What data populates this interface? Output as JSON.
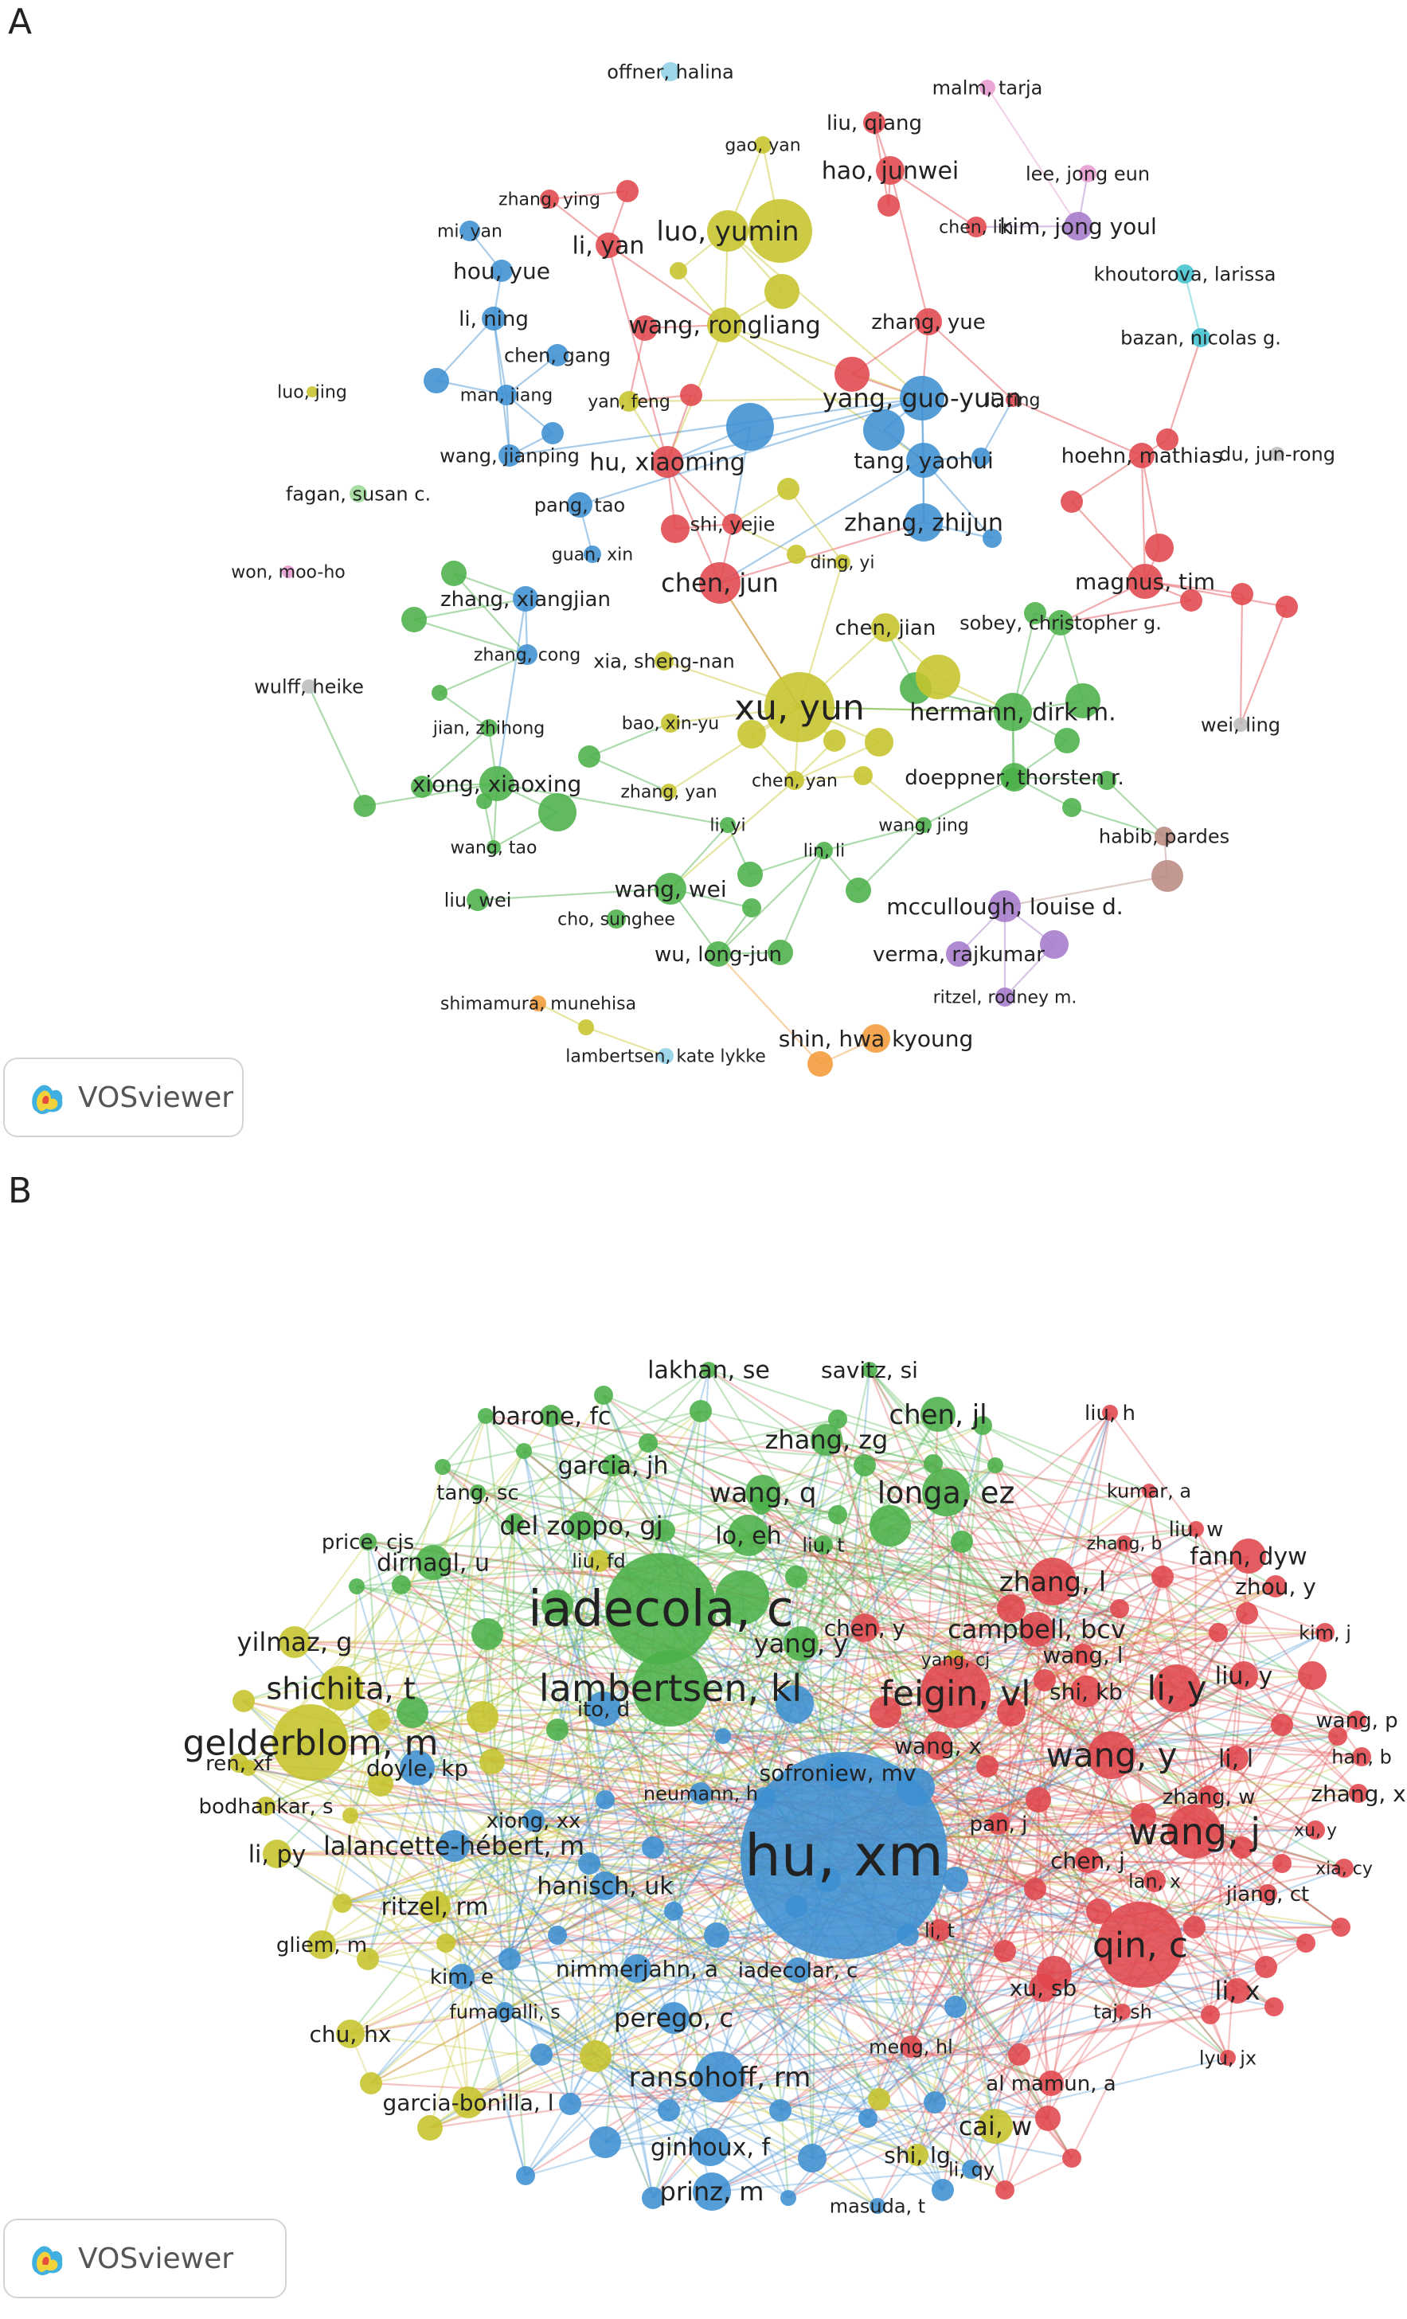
{
  "panels": {
    "a": {
      "letter": "A"
    },
    "b": {
      "letter": "B"
    }
  },
  "watermark": {
    "label": "VOSviewer"
  },
  "colors": {
    "red": "#e0474c",
    "blue": "#3d8fd1",
    "green": "#4bb049",
    "yellow": "#c6c42c",
    "purple": "#a57ac9",
    "cyan": "#42c3cf",
    "pink": "#e79bd0",
    "brown": "#b98a82",
    "orange": "#f29b38",
    "lightblue": "#8fcfe6",
    "lightgreen": "#9ed89a",
    "grey": "#bdbdbd"
  },
  "network_a": {
    "nodes": [
      {
        "label": "offner, halina",
        "cluster": "lightblue"
      },
      {
        "label": "malm, tarja",
        "cluster": "pink"
      },
      {
        "label": "liu, qiang",
        "cluster": "red"
      },
      {
        "label": "gao, yan",
        "cluster": "yellow"
      },
      {
        "label": "hao, junwei",
        "cluster": "red"
      },
      {
        "label": "lee, jong eun",
        "cluster": "pink"
      },
      {
        "label": "zhang, ying",
        "cluster": "red"
      },
      {
        "label": "mi, yan",
        "cluster": "blue"
      },
      {
        "label": "li, yan",
        "cluster": "red"
      },
      {
        "label": "luo, yumin",
        "cluster": "yellow"
      },
      {
        "label": "chen, lin",
        "cluster": "red"
      },
      {
        "label": "kim, jong youl",
        "cluster": "purple"
      },
      {
        "label": "hou, yue",
        "cluster": "blue"
      },
      {
        "label": "khoutorova, larissa",
        "cluster": "cyan"
      },
      {
        "label": "li, ning",
        "cluster": "blue"
      },
      {
        "label": "wang, rongliang",
        "cluster": "yellow"
      },
      {
        "label": "zhang, yue",
        "cluster": "red"
      },
      {
        "label": "bazan, nicolas g.",
        "cluster": "cyan"
      },
      {
        "label": "chen, gang",
        "cluster": "blue"
      },
      {
        "label": "luo, jing",
        "cluster": "yellow"
      },
      {
        "label": "man, jiang",
        "cluster": "blue"
      },
      {
        "label": "yan, feng",
        "cluster": "yellow"
      },
      {
        "label": "yang, guo-yuan",
        "cluster": "blue"
      },
      {
        "label": "li, ting",
        "cluster": "red"
      },
      {
        "label": "wang, jianping",
        "cluster": "blue"
      },
      {
        "label": "hu, xiaoming",
        "cluster": "red"
      },
      {
        "label": "tang, yaohui",
        "cluster": "blue"
      },
      {
        "label": "hoehn, mathias",
        "cluster": "red"
      },
      {
        "label": "du, jun-rong",
        "cluster": "grey"
      },
      {
        "label": "fagan, susan c.",
        "cluster": "lightgreen"
      },
      {
        "label": "pang, tao",
        "cluster": "blue"
      },
      {
        "label": "shi, yejie",
        "cluster": "red"
      },
      {
        "label": "zhang, zhijun",
        "cluster": "blue"
      },
      {
        "label": "guan, xin",
        "cluster": "blue"
      },
      {
        "label": "ding, yi",
        "cluster": "yellow"
      },
      {
        "label": "won, moo-ho",
        "cluster": "pink"
      },
      {
        "label": "chen, jun",
        "cluster": "red"
      },
      {
        "label": "magnus, tim",
        "cluster": "red"
      },
      {
        "label": "zhang, xiangjian",
        "cluster": "blue"
      },
      {
        "label": "sobey, christopher g.",
        "cluster": "green"
      },
      {
        "label": "chen, jian",
        "cluster": "yellow"
      },
      {
        "label": "zhang, cong",
        "cluster": "blue"
      },
      {
        "label": "xia, sheng-nan",
        "cluster": "yellow"
      },
      {
        "label": "wulff, heike",
        "cluster": "grey"
      },
      {
        "label": "xu, yun",
        "cluster": "yellow"
      },
      {
        "label": "hermann, dirk m.",
        "cluster": "green"
      },
      {
        "label": "jian, zhihong",
        "cluster": "green"
      },
      {
        "label": "bao, xin-yu",
        "cluster": "yellow"
      },
      {
        "label": "wei, ling",
        "cluster": "grey"
      },
      {
        "label": "xiong, xiaoxing",
        "cluster": "green"
      },
      {
        "label": "chen, yan",
        "cluster": "yellow"
      },
      {
        "label": "doeppner, thorsten r.",
        "cluster": "green"
      },
      {
        "label": "zhang, yan",
        "cluster": "yellow"
      },
      {
        "label": "li, yi",
        "cluster": "green"
      },
      {
        "label": "wang, jing",
        "cluster": "green"
      },
      {
        "label": "habib, pardes",
        "cluster": "brown"
      },
      {
        "label": "wang, tao",
        "cluster": "green"
      },
      {
        "label": "lin, li",
        "cluster": "green"
      },
      {
        "label": "liu, wei",
        "cluster": "green"
      },
      {
        "label": "wang, wei",
        "cluster": "green"
      },
      {
        "label": "mccullough, louise d.",
        "cluster": "purple"
      },
      {
        "label": "cho, sunghee",
        "cluster": "green"
      },
      {
        "label": "wu, long-jun",
        "cluster": "green"
      },
      {
        "label": "verma, rajkumar",
        "cluster": "purple"
      },
      {
        "label": "ritzel, rodney m.",
        "cluster": "purple"
      },
      {
        "label": "shimamura, munehisa",
        "cluster": "orange"
      },
      {
        "label": "shin, hwa kyoung",
        "cluster": "orange"
      },
      {
        "label": "lambertsen, kate lykke",
        "cluster": "lightblue"
      }
    ]
  },
  "network_b": {
    "nodes": [
      {
        "label": "lakhan, se",
        "cluster": "green"
      },
      {
        "label": "savitz, si",
        "cluster": "green"
      },
      {
        "label": "chen, jl",
        "cluster": "green"
      },
      {
        "label": "barone, fc",
        "cluster": "green"
      },
      {
        "label": "liu, h",
        "cluster": "red"
      },
      {
        "label": "zhang, zg",
        "cluster": "green"
      },
      {
        "label": "garcia, jh",
        "cluster": "green"
      },
      {
        "label": "tang, sc",
        "cluster": "green"
      },
      {
        "label": "kumar, a",
        "cluster": "red"
      },
      {
        "label": "wang, q",
        "cluster": "green"
      },
      {
        "label": "longa, ez",
        "cluster": "green"
      },
      {
        "label": "del zoppo, gj",
        "cluster": "green"
      },
      {
        "label": "price, cjs",
        "cluster": "green"
      },
      {
        "label": "liu, w",
        "cluster": "red"
      },
      {
        "label": "lo, eh",
        "cluster": "green"
      },
      {
        "label": "zhang, b",
        "cluster": "red"
      },
      {
        "label": "liu, t",
        "cluster": "green"
      },
      {
        "label": "fann, dyw",
        "cluster": "red"
      },
      {
        "label": "dirnagl, u",
        "cluster": "green"
      },
      {
        "label": "liu, fd",
        "cluster": "yellow"
      },
      {
        "label": "zhang, l",
        "cluster": "red"
      },
      {
        "label": "zhou, y",
        "cluster": "red"
      },
      {
        "label": "campbell, bcv",
        "cluster": "red"
      },
      {
        "label": "chen, y",
        "cluster": "red"
      },
      {
        "label": "iadecola, c",
        "cluster": "green"
      },
      {
        "label": "kim, j",
        "cluster": "red"
      },
      {
        "label": "yilmaz, g",
        "cluster": "yellow"
      },
      {
        "label": "yang, y",
        "cluster": "green"
      },
      {
        "label": "wang, l",
        "cluster": "red"
      },
      {
        "label": "yang, cj",
        "cluster": "yellow"
      },
      {
        "label": "liu, y",
        "cluster": "red"
      },
      {
        "label": "shichita, t",
        "cluster": "yellow"
      },
      {
        "label": "lambertsen, kl",
        "cluster": "green"
      },
      {
        "label": "li, y",
        "cluster": "red"
      },
      {
        "label": "feigin, vl",
        "cluster": "red"
      },
      {
        "label": "shi, kb",
        "cluster": "red"
      },
      {
        "label": "wang, p",
        "cluster": "red"
      },
      {
        "label": "gelderblom, m",
        "cluster": "yellow"
      },
      {
        "label": "ito, d",
        "cluster": "blue"
      },
      {
        "label": "wang, x",
        "cluster": "red"
      },
      {
        "label": "wang, y",
        "cluster": "red"
      },
      {
        "label": "han, b",
        "cluster": "red"
      },
      {
        "label": "li, l",
        "cluster": "red"
      },
      {
        "label": "doyle, kp",
        "cluster": "blue"
      },
      {
        "label": "ren, xf",
        "cluster": "yellow"
      },
      {
        "label": "sofroniew, mv",
        "cluster": "blue"
      },
      {
        "label": "zhang, w",
        "cluster": "red"
      },
      {
        "label": "zhang, x",
        "cluster": "red"
      },
      {
        "label": "neumann, h",
        "cluster": "blue"
      },
      {
        "label": "bodhankar, s",
        "cluster": "yellow"
      },
      {
        "label": "xiong, xx",
        "cluster": "blue"
      },
      {
        "label": "pan, j",
        "cluster": "red"
      },
      {
        "label": "xu, y",
        "cluster": "red"
      },
      {
        "label": "wang, j",
        "cluster": "red"
      },
      {
        "label": "hu, xm",
        "cluster": "blue"
      },
      {
        "label": "xia, cy",
        "cluster": "red"
      },
      {
        "label": "lalancette-hébert, m",
        "cluster": "blue"
      },
      {
        "label": "li, py",
        "cluster": "yellow"
      },
      {
        "label": "chen, j",
        "cluster": "red"
      },
      {
        "label": "lan, x",
        "cluster": "red"
      },
      {
        "label": "hanisch, uk",
        "cluster": "blue"
      },
      {
        "label": "jiang, ct",
        "cluster": "red"
      },
      {
        "label": "ritzel, rm",
        "cluster": "yellow"
      },
      {
        "label": "li, t",
        "cluster": "red"
      },
      {
        "label": "gliem, m",
        "cluster": "yellow"
      },
      {
        "label": "qin, c",
        "cluster": "red"
      },
      {
        "label": "nimmerjahn, a",
        "cluster": "blue"
      },
      {
        "label": "iadecolar, c",
        "cluster": "blue"
      },
      {
        "label": "kim, e",
        "cluster": "blue"
      },
      {
        "label": "li, x",
        "cluster": "red"
      },
      {
        "label": "xu, sb",
        "cluster": "red"
      },
      {
        "label": "perego, c",
        "cluster": "blue"
      },
      {
        "label": "fumagalli, s",
        "cluster": "blue"
      },
      {
        "label": "taj, sh",
        "cluster": "red"
      },
      {
        "label": "chu, hx",
        "cluster": "yellow"
      },
      {
        "label": "meng, hl",
        "cluster": "red"
      },
      {
        "label": "lyu, jx",
        "cluster": "red"
      },
      {
        "label": "ransohoff, rm",
        "cluster": "blue"
      },
      {
        "label": "al mamun, a",
        "cluster": "red"
      },
      {
        "label": "garcia-bonilla, l",
        "cluster": "yellow"
      },
      {
        "label": "cai, w",
        "cluster": "yellow"
      },
      {
        "label": "ginhoux, f",
        "cluster": "blue"
      },
      {
        "label": "shi, lg",
        "cluster": "yellow"
      },
      {
        "label": "li, qy",
        "cluster": "blue"
      },
      {
        "label": "prinz, m",
        "cluster": "blue"
      },
      {
        "label": "masuda, t",
        "cluster": "blue"
      }
    ]
  }
}
